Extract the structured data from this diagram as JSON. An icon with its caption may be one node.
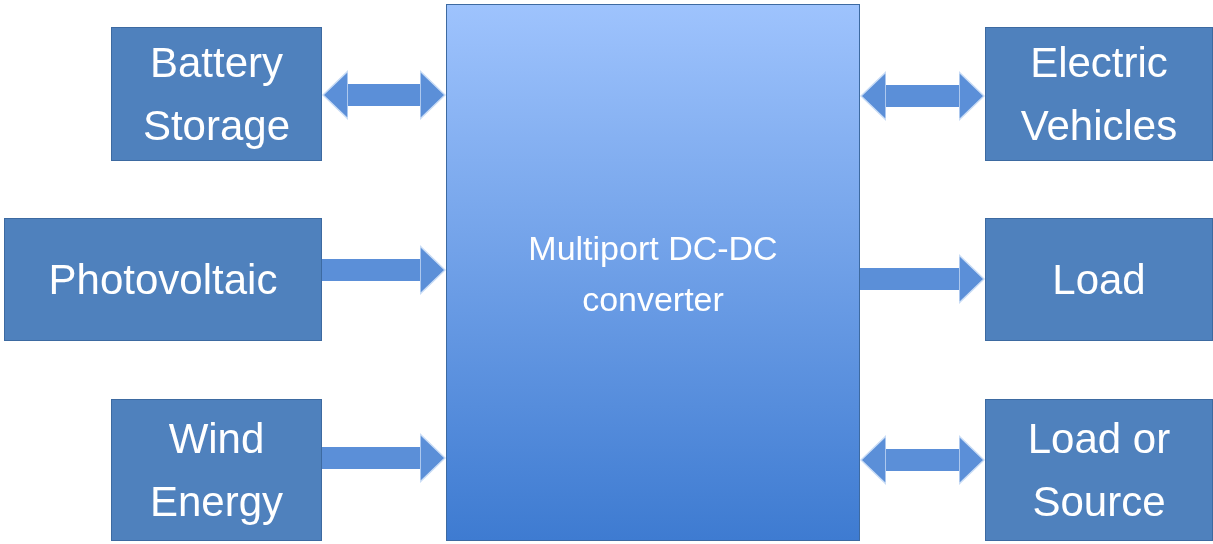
{
  "diagram": {
    "nodes": [
      {
        "text": [
          "Battery Storage"
        ]
      },
      {
        "text": [
          "Photovoltaic"
        ]
      },
      {
        "text": [
          "Wind Energy"
        ]
      },
      {
        "text": [
          "Multiport DC-DC converter"
        ]
      },
      {
        "text": [
          "Electric Vehicles"
        ]
      },
      {
        "text": [
          "Load"
        ]
      },
      {
        "text": [
          "Load or Source"
        ]
      }
    ],
    "edges": [
      {
        "from": 0,
        "to": 3,
        "arrow": "both"
      },
      {
        "from": 1,
        "to": 3,
        "arrow": "to"
      },
      {
        "from": 2,
        "to": 3,
        "arrow": "to"
      },
      {
        "from": 3,
        "to": 4,
        "arrow": "both"
      },
      {
        "from": 3,
        "to": 5,
        "arrow": "to"
      },
      {
        "from": 3,
        "to": 6,
        "arrow": "both"
      }
    ]
  }
}
